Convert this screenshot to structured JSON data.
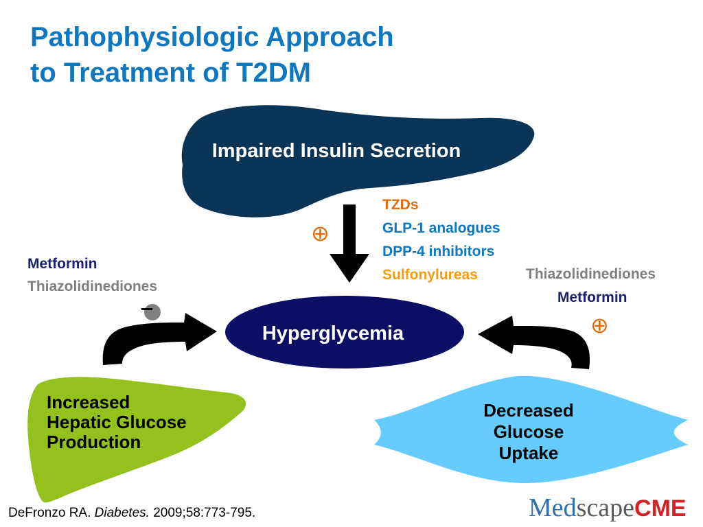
{
  "slide": {
    "title_line1": "Pathophysiologic Approach",
    "title_line2": "to Treatment of T2DM"
  },
  "diagram": {
    "pancreas_label": "Impaired Insulin Secretion",
    "center_label": "Hyperglycemia",
    "liver_label": [
      "Increased",
      "Hepatic Glucose",
      "Production"
    ],
    "muscle_label": [
      "Decreased",
      "Glucose",
      "Uptake"
    ]
  },
  "drugs": {
    "top": [
      {
        "name": "TZDs",
        "color": "#e36c09"
      },
      {
        "name": "GLP-1 analogues",
        "color": "#0e77be"
      },
      {
        "name": "DPP-4 inhibitors",
        "color": "#0e77be"
      },
      {
        "name": "Sulfonylureas",
        "color": "#f39c12"
      }
    ],
    "left": [
      {
        "name": "Metformin",
        "color": "#1a2270"
      },
      {
        "name": "Thiazolidinediones",
        "color": "#7f7f7f"
      }
    ],
    "right": [
      {
        "name": "Thiazolidinediones",
        "color": "#7f7f7f"
      },
      {
        "name": "Metformin",
        "color": "#1a2270"
      }
    ]
  },
  "symbols": {
    "plus": "⊕",
    "minus_icon": "minus-circle-icon"
  },
  "colors": {
    "pancreas": "#0b3557",
    "hyperglycemia": "#0c0f66",
    "liver": "#94c11c",
    "muscle": "#66ccff",
    "title": "#0e77be"
  },
  "citation": {
    "authors": "DeFronzo RA.",
    "journal": "Diabetes.",
    "details": "2009;58:773-795."
  },
  "logo": {
    "med": "Med",
    "scape": "scape",
    "cme": "CME"
  }
}
